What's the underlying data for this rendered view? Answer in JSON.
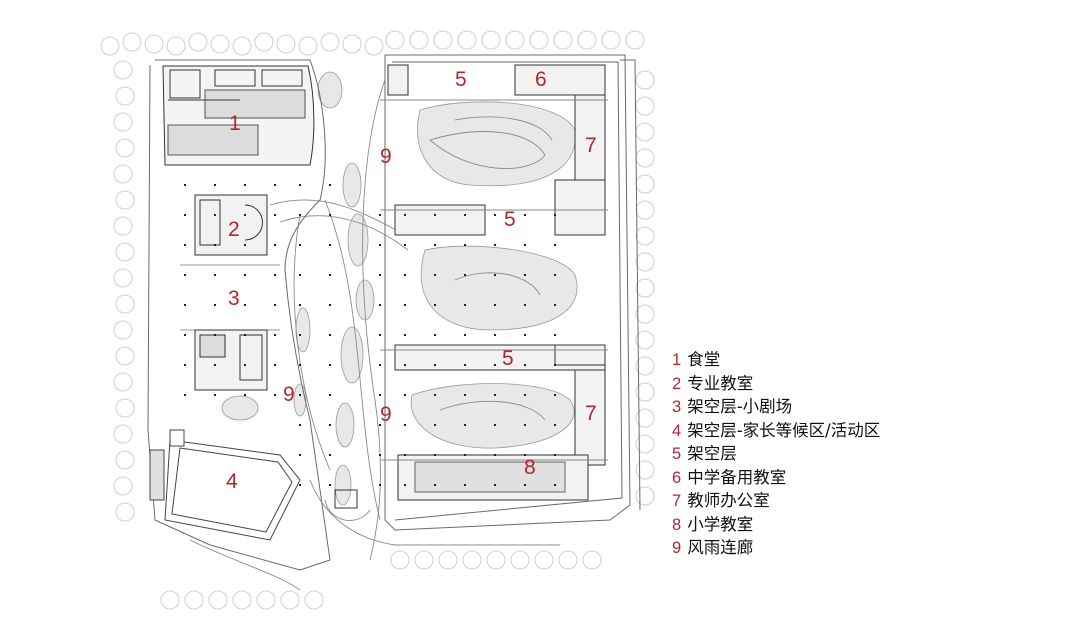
{
  "plan_labels": [
    {
      "id": "1",
      "text": "1"
    },
    {
      "id": "2",
      "text": "2"
    },
    {
      "id": "3",
      "text": "3"
    },
    {
      "id": "4",
      "text": "4"
    },
    {
      "id": "5a",
      "text": "5"
    },
    {
      "id": "5b",
      "text": "5"
    },
    {
      "id": "5c",
      "text": "5"
    },
    {
      "id": "6",
      "text": "6"
    },
    {
      "id": "7a",
      "text": "7"
    },
    {
      "id": "7b",
      "text": "7"
    },
    {
      "id": "8",
      "text": "8"
    },
    {
      "id": "9a",
      "text": "9"
    },
    {
      "id": "9b",
      "text": "9"
    },
    {
      "id": "9c",
      "text": "9"
    }
  ],
  "legend": [
    {
      "num": "1",
      "label": "食堂"
    },
    {
      "num": "2",
      "label": "专业教室"
    },
    {
      "num": "3",
      "label": "架空层-小剧场"
    },
    {
      "num": "4",
      "label": "架空层-家长等候区/活动区"
    },
    {
      "num": "5",
      "label": "架空层"
    },
    {
      "num": "6",
      "label": "中学备用教室"
    },
    {
      "num": "7",
      "label": "教师办公室"
    },
    {
      "num": "8",
      "label": "小学教室"
    },
    {
      "num": "9",
      "label": "风雨连廊"
    }
  ],
  "colors": {
    "label_red": "#b0282f",
    "line": "#4a4a4a",
    "fill": "#e6e6e6",
    "tree": "#c8c8c8"
  }
}
